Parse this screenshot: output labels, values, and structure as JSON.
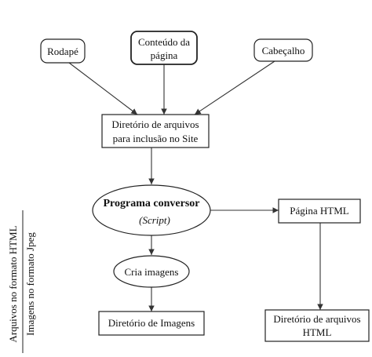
{
  "nodes": {
    "rodape": {
      "lines": [
        "Rodapé"
      ]
    },
    "conteudo": {
      "lines": [
        "Conteúdo da",
        "página"
      ]
    },
    "cabecalho": {
      "lines": [
        "Cabeçalho"
      ]
    },
    "diretorio_site": {
      "lines": [
        "Diretório de arquivos",
        "para inclusão no Site"
      ]
    },
    "programa": {
      "title": "Programa conversor",
      "subtitle": "(Script)"
    },
    "pagina_html": {
      "lines": [
        "Página HTML"
      ]
    },
    "cria_imagens": {
      "lines": [
        "Cria imagens"
      ]
    },
    "diretorio_imagens": {
      "lines": [
        "Diretório de Imagens"
      ]
    },
    "diretorio_html": {
      "lines": [
        "Diretório de arquivos",
        "HTML"
      ]
    }
  },
  "legend": {
    "top": "Arquivos no formato HTML",
    "bottom": "Imagens no formato Jpeg"
  },
  "colors": {
    "stroke": "#222222",
    "text": "#111111",
    "background": "#ffffff"
  }
}
